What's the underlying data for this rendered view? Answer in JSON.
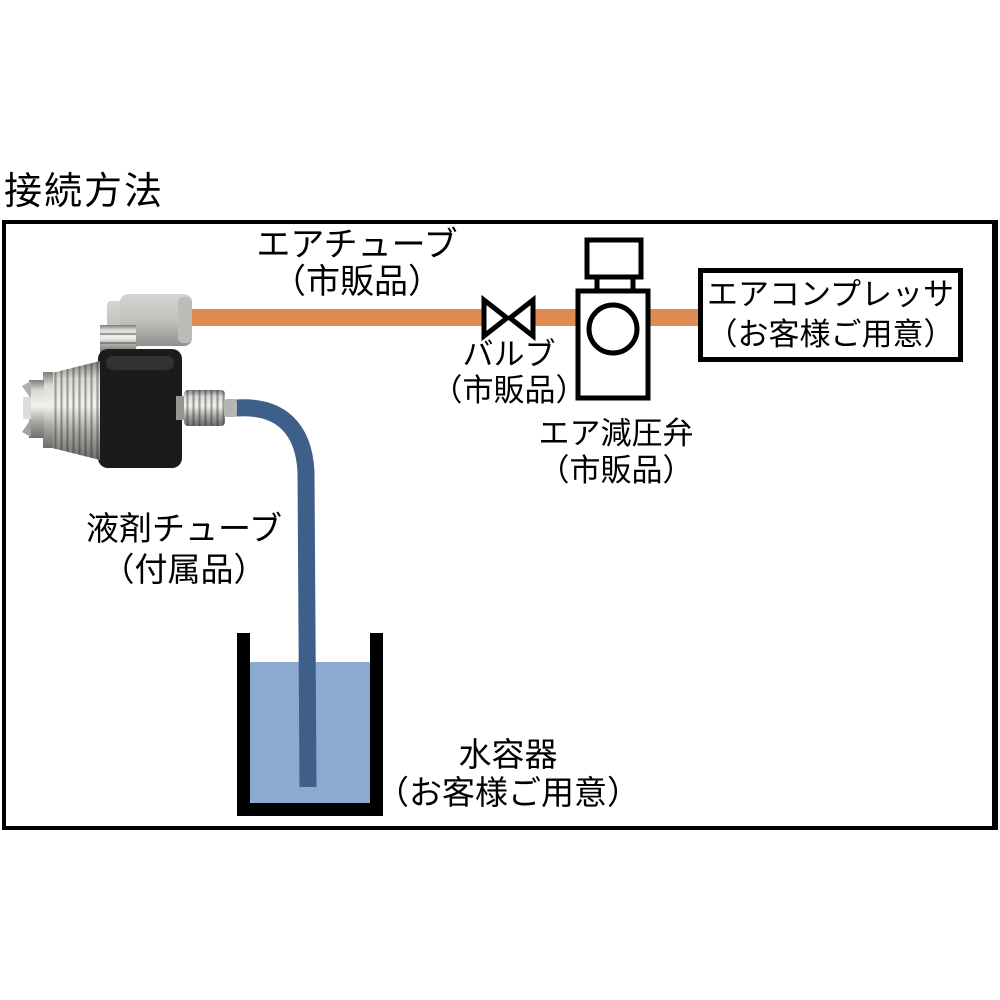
{
  "title": "接続方法",
  "labels": {
    "air_tube": {
      "line1": "エアチューブ",
      "line2": "（市販品）"
    },
    "valve": {
      "line1": "バルブ",
      "line2": "（市販品）"
    },
    "regulator": {
      "line1": "エア減圧弁",
      "line2": "（市販品）"
    },
    "compressor": {
      "line1": "エアコンプレッサ",
      "line2": "（お客様ご用意）"
    },
    "liquid_tube": {
      "line1": "液剤チューブ",
      "line2": "（付属品）"
    },
    "water_container": {
      "line1": "水容器",
      "line2": "（お客様ご用意）"
    }
  },
  "colors": {
    "air_tube": "#DE8A51",
    "liquid_tube": "#3E5F8A",
    "water": "#8CA9CF",
    "outline": "#000000",
    "device_body": "#1B1B1B",
    "metal_light": "#C9C9C5"
  },
  "icons": {
    "valve_symbol": "bowtie-valve-icon",
    "regulator_symbol": "pressure-regulator-icon",
    "spray_valve": "spray-valve-photo",
    "water_container": "beaker-icon"
  }
}
